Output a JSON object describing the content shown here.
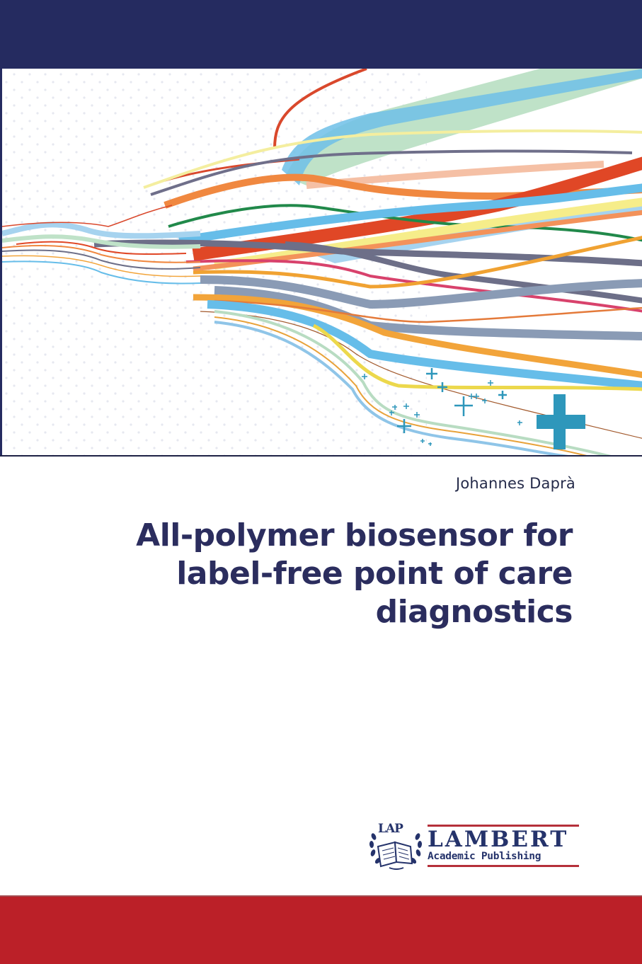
{
  "cover": {
    "author": "Johannes Daprà",
    "title_lines": [
      "All-polymer biosensor for",
      "label-free point of care",
      "diagnostics"
    ],
    "publisher": {
      "mark": "LAP",
      "name": "LAMBERT",
      "subtitle": "Academic Publishing"
    }
  },
  "colors": {
    "top_band": "#252b60",
    "bottom_band": "#bb2028",
    "title_text": "#2b2d5e",
    "publisher_blue": "#25336b",
    "publisher_red": "#b5303a",
    "cross_teal": "#2e97bb"
  }
}
